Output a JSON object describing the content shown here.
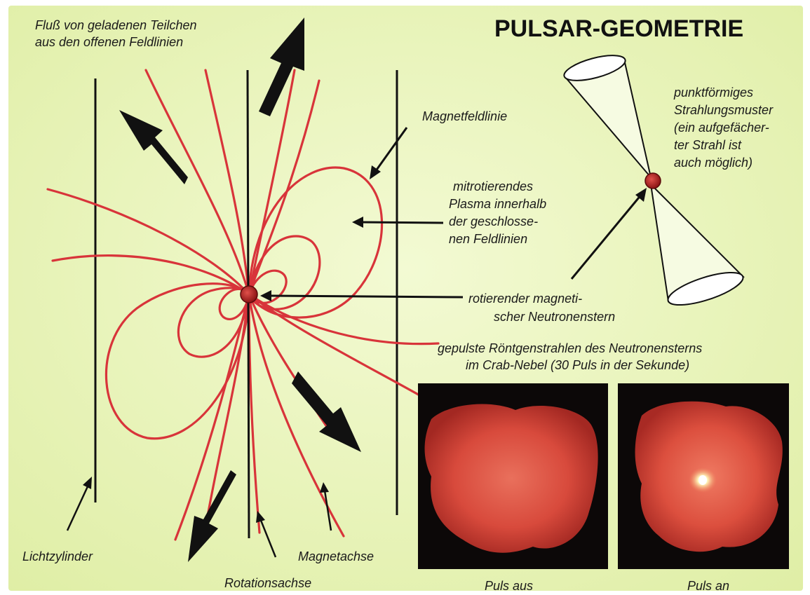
{
  "title": "PULSAR-GEOMETRIE",
  "labels": {
    "flow": [
      "Fluß von geladenen Teilchen",
      "aus den offenen Feldlinien"
    ],
    "field_line": "Magnetfeldlinie",
    "beam_pattern": [
      "punktförmiges",
      "Strahlungsmuster",
      "(ein aufgefächer-",
      "ter Strahl ist",
      "auch möglich)"
    ],
    "plasma": [
      "mitrotierendes",
      "Plasma innerhalb",
      "der geschlosse-",
      "nen Feldlinien"
    ],
    "neutron_star": [
      "rotierender magneti-",
      "scher Neutronenstern"
    ],
    "xray": [
      "gepulste Röntgenstrahlen des Neutronensterns",
      "im Crab-Nebel (30 Puls in der Sekunde)"
    ],
    "light_cylinder": "Lichtzylinder",
    "rotation_axis": "Rotationsachse",
    "magnetic_axis": "Magnetachse",
    "pulse_off": "Puls aus",
    "pulse_on": "Puls an"
  },
  "colors": {
    "background": "#eef7c0",
    "field_lines": "#d8343a",
    "star": "#b51e1e",
    "arrows": "#111111",
    "nebula": "#e05a4a"
  }
}
